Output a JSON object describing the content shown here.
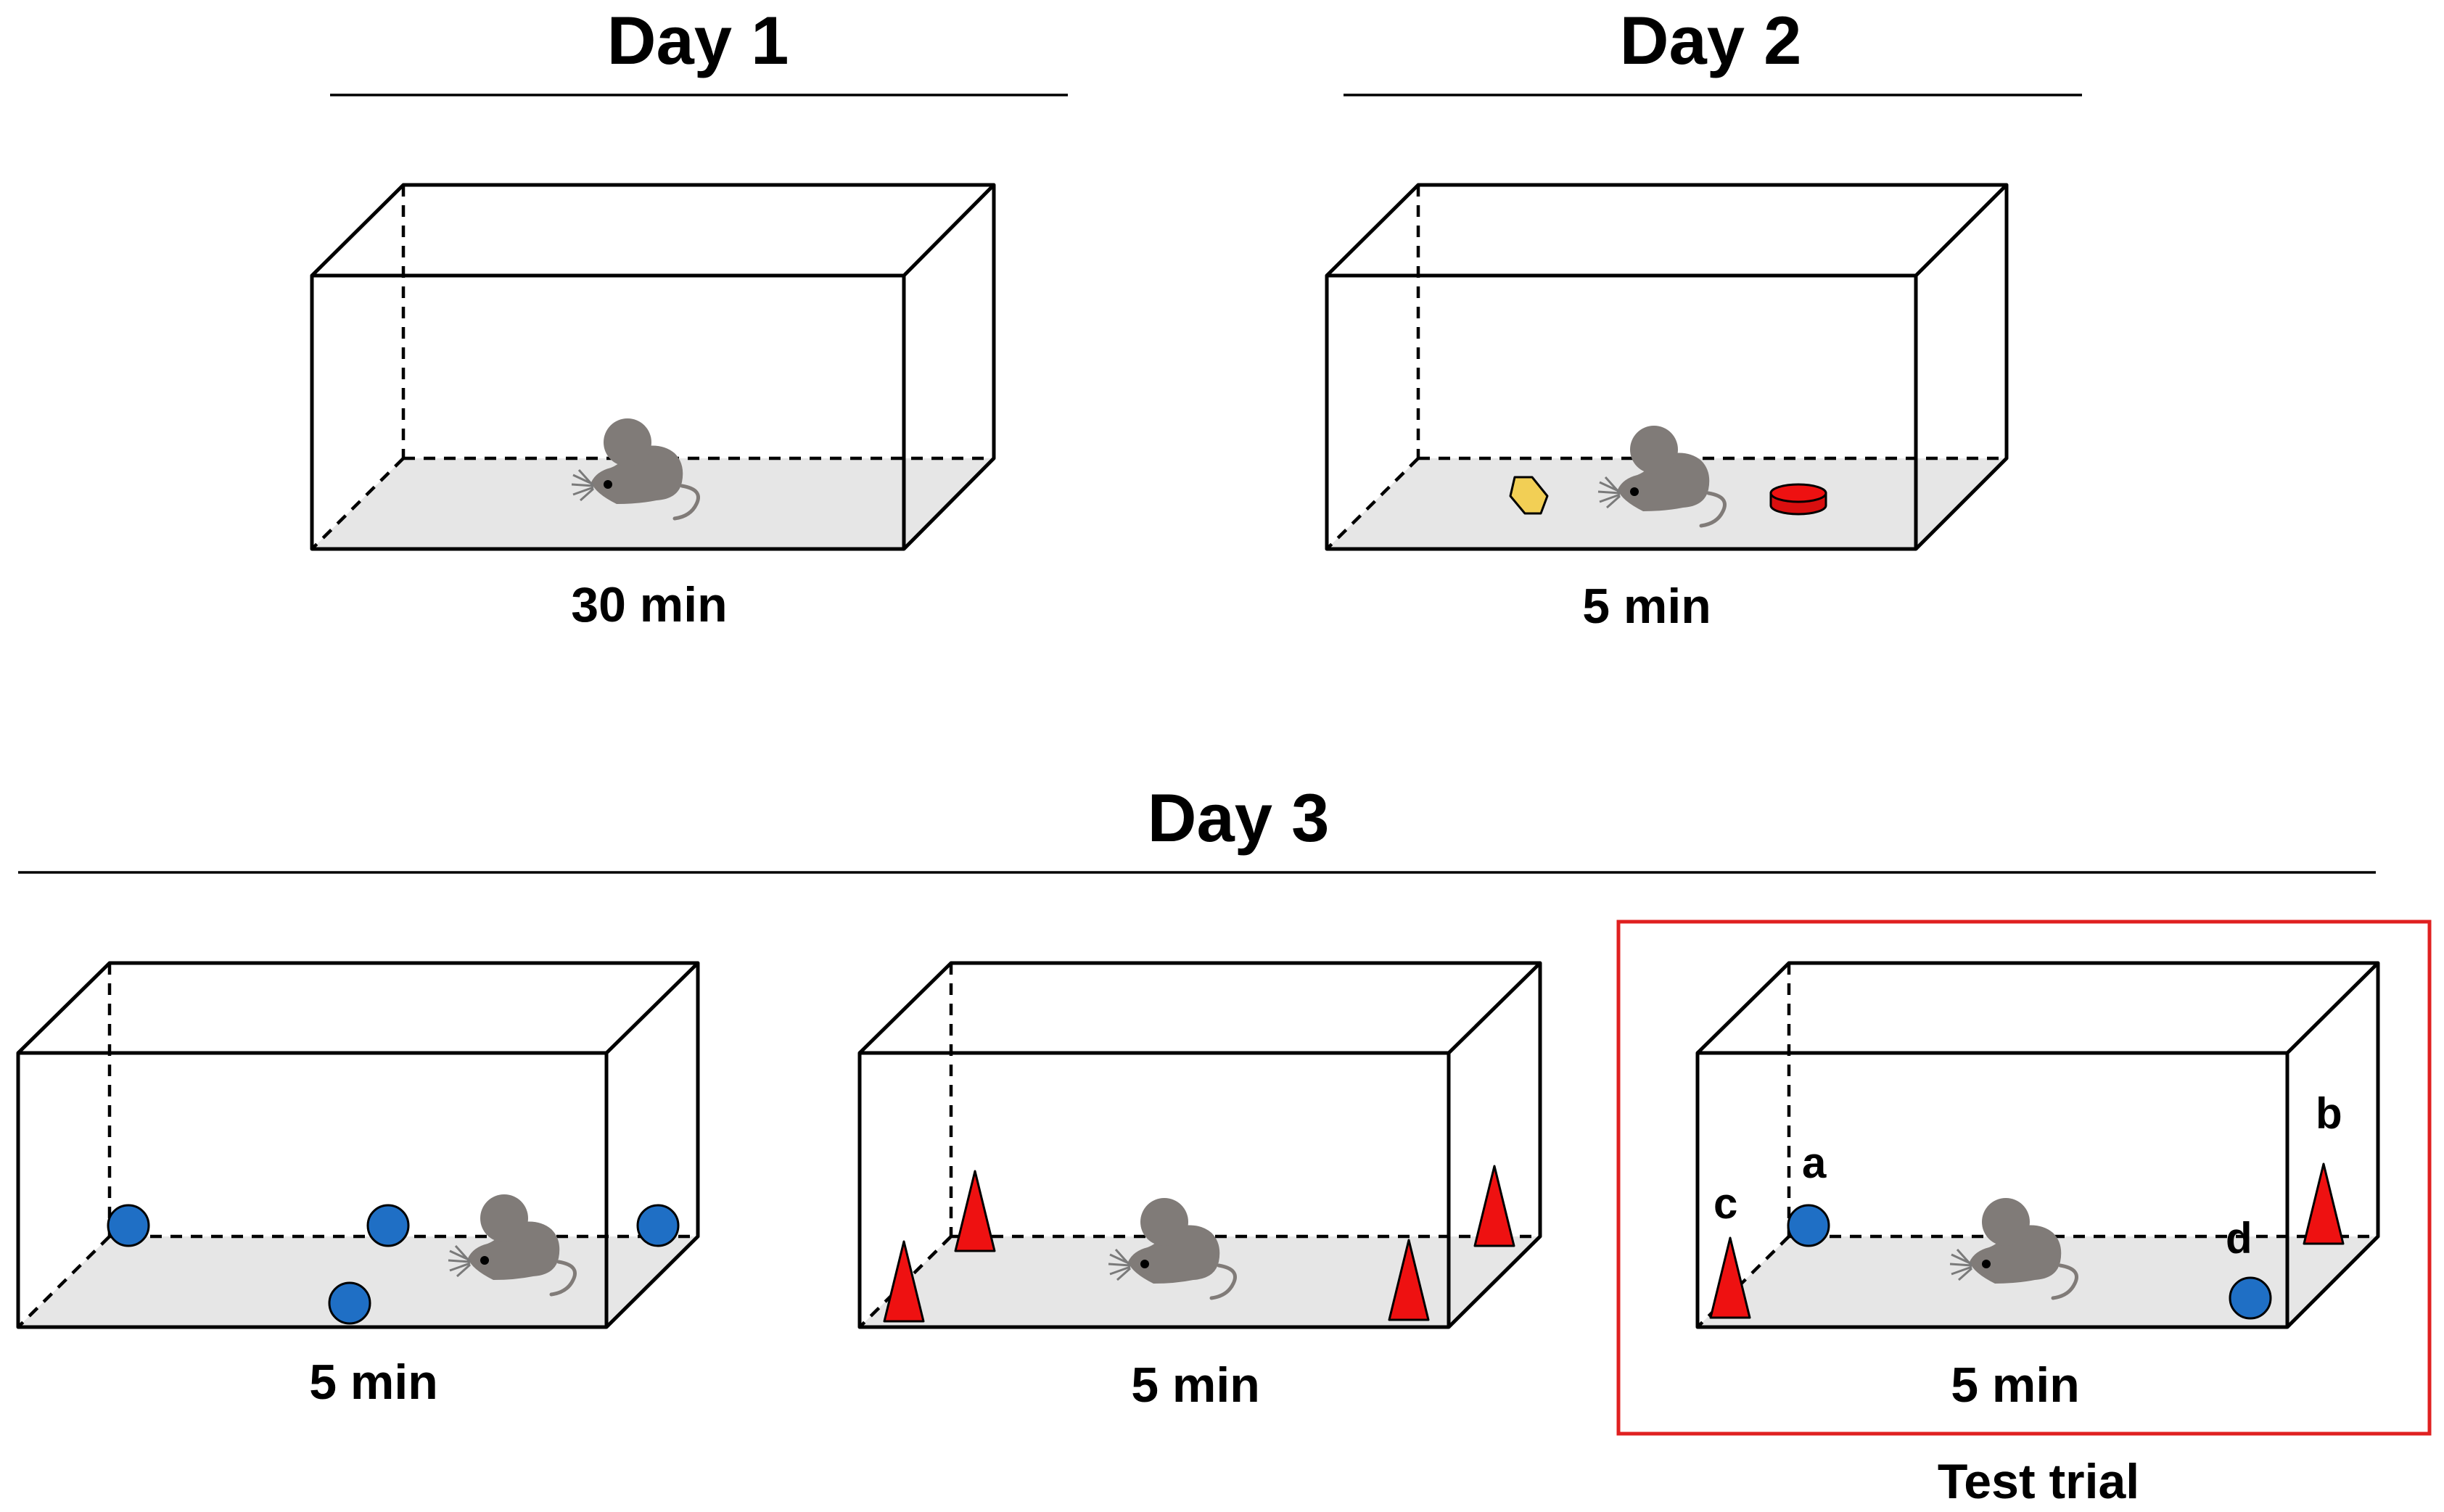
{
  "headings": {
    "day1": "Day 1",
    "day2": "Day 2",
    "day3": "Day 3"
  },
  "durations": {
    "day1": "30 min",
    "day2": "5 min",
    "day3_trial1": "5 min",
    "day3_trial2": "5 min",
    "day3_test": "5 min"
  },
  "test_trial_label": "Test trial",
  "object_labels": {
    "a": "a",
    "b": "b",
    "c": "c",
    "d": "d"
  },
  "colors": {
    "highlight_frame": "#e02020",
    "sphere": "#1f6fc5",
    "cone": "#ee1111",
    "cylinder": "#ee1111",
    "prism": "#f2cf55",
    "mouse": "#807b78",
    "floor": "#e6e6e6"
  },
  "icons": [
    "mouse-icon",
    "sphere-object-icon",
    "cone-object-icon",
    "cylinder-object-icon",
    "prism-object-icon"
  ]
}
